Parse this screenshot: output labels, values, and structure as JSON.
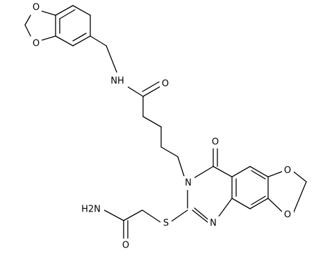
{
  "atoms": {
    "o_benzo_top": "O",
    "o_benzo_bottom": "O",
    "nh_amide": "NH",
    "o_amide_carbonyl": "O",
    "o_quinazolinone": "O",
    "n_ring": "N",
    "o_dioxole_right_top": "O",
    "o_dioxole_right_bottom": "O",
    "n_ring_lower": "N",
    "s_thioether": "S",
    "nh2_amide": "H2N",
    "o_primary_amide": "O"
  },
  "colors": {
    "bond": "#000000",
    "label": "#000000",
    "background": "#ffffff"
  }
}
